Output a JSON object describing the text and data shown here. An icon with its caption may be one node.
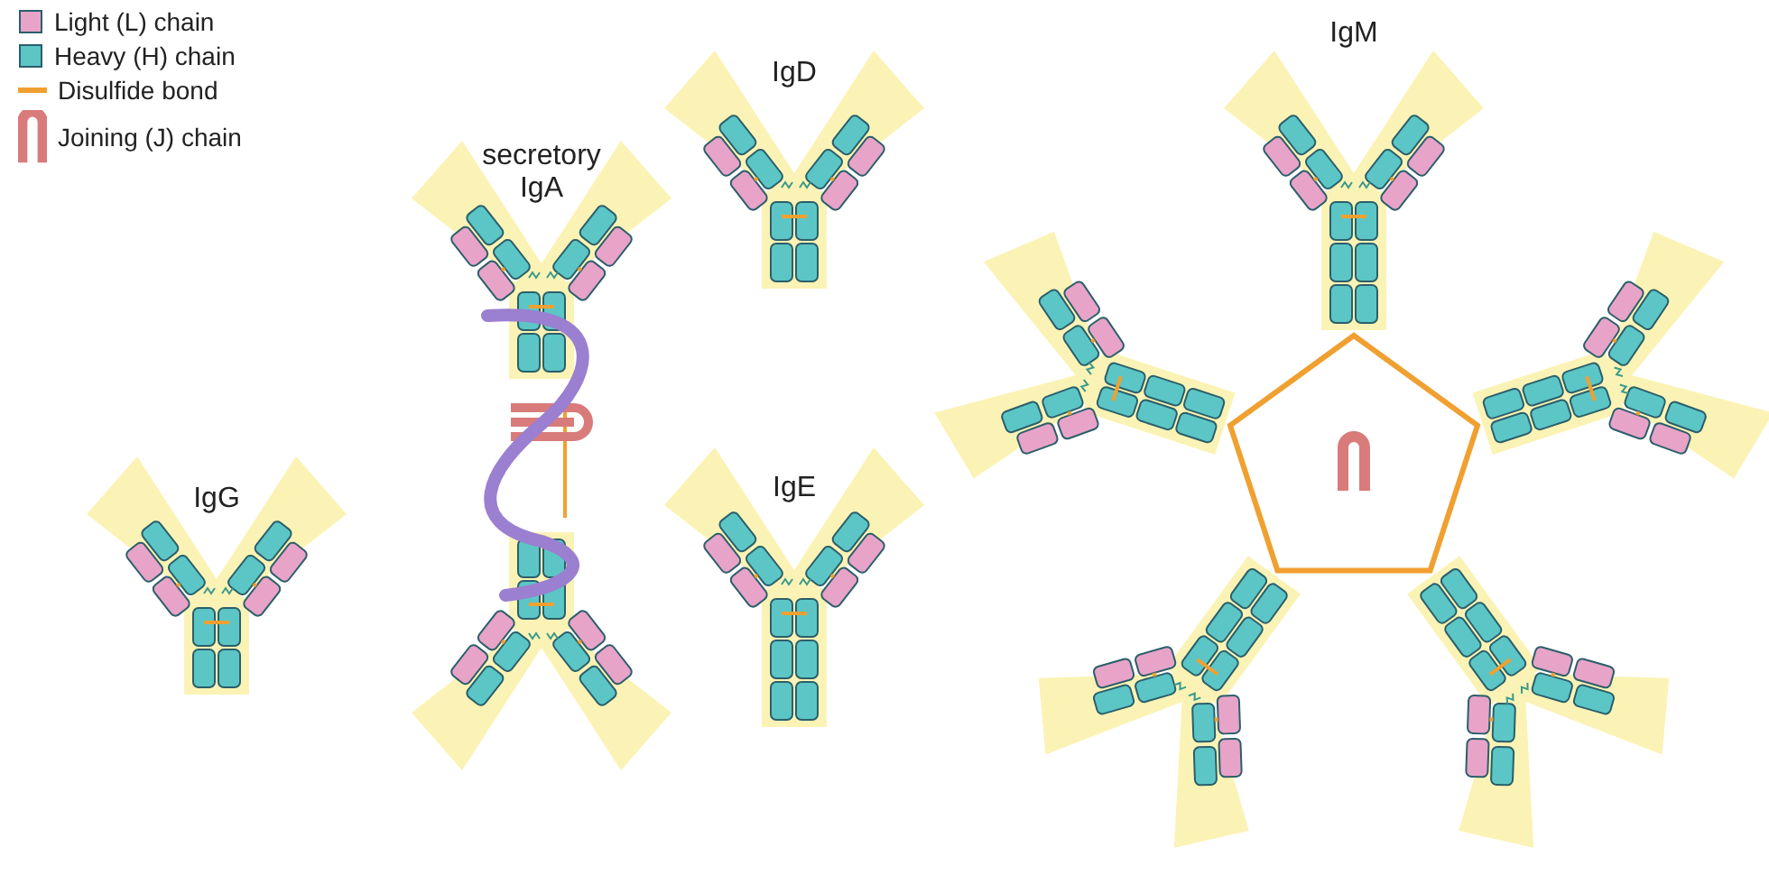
{
  "diagram": {
    "labels": [
      "IgG",
      "secretory IgA",
      "IgD",
      "IgE",
      "IgM"
    ],
    "legend": [
      {
        "text": "Light (L) chain",
        "color": "#e8a3c9"
      },
      {
        "text": "Heavy (H) chain",
        "color": "#5cc6c6"
      },
      {
        "text": "Disulfide bond"
      },
      {
        "text": "Joining (J) chain"
      }
    ]
  }
}
